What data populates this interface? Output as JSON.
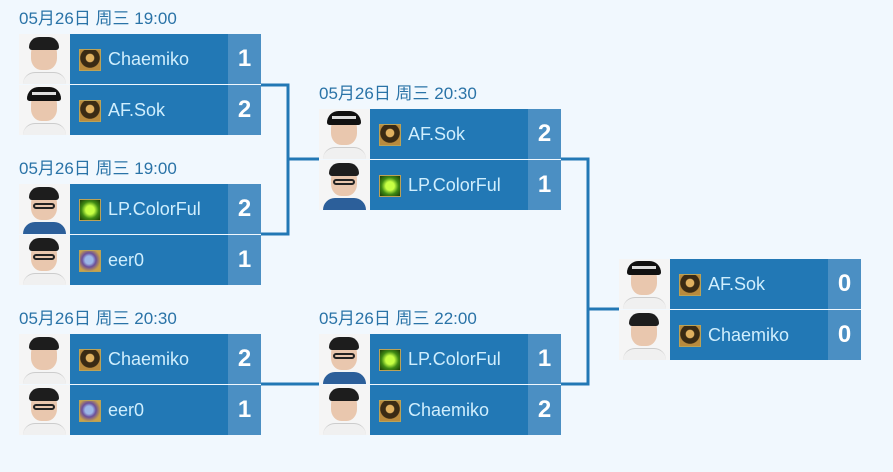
{
  "matches": [
    {
      "date": "05月26日 周三 19:00",
      "players": [
        {
          "name": "Chaemiko",
          "score": "1",
          "race": "human-icon"
        },
        {
          "name": "AF.Sok",
          "score": "2",
          "race": "human-icon"
        }
      ]
    },
    {
      "date": "05月26日 周三 19:00",
      "players": [
        {
          "name": "LP.ColorFul",
          "score": "2",
          "race": "nightelf-icon"
        },
        {
          "name": "eer0",
          "score": "1",
          "race": "orc-icon"
        }
      ]
    },
    {
      "date": "05月26日 周三 20:30",
      "players": [
        {
          "name": "Chaemiko",
          "score": "2",
          "race": "human-icon"
        },
        {
          "name": "eer0",
          "score": "1",
          "race": "orc-icon"
        }
      ]
    },
    {
      "date": "05月26日 周三 20:30",
      "players": [
        {
          "name": "AF.Sok",
          "score": "2",
          "race": "human-icon"
        },
        {
          "name": "LP.ColorFul",
          "score": "1",
          "race": "nightelf-icon"
        }
      ]
    },
    {
      "date": "05月26日 周三 22:00",
      "players": [
        {
          "name": "LP.ColorFul",
          "score": "1",
          "race": "nightelf-icon"
        },
        {
          "name": "Chaemiko",
          "score": "2",
          "race": "human-icon"
        }
      ]
    },
    {
      "date": "",
      "players": [
        {
          "name": "AF.Sok",
          "score": "0",
          "race": "human-icon"
        },
        {
          "name": "Chaemiko",
          "score": "0",
          "race": "human-icon"
        }
      ]
    }
  ],
  "colors": {
    "background": "#f1f8fe",
    "row": "#2278b5",
    "score_cell": "#4b8fc3",
    "name_text": "#cfeefd",
    "date_text": "#2a73a7",
    "connector": "#2278b5"
  }
}
